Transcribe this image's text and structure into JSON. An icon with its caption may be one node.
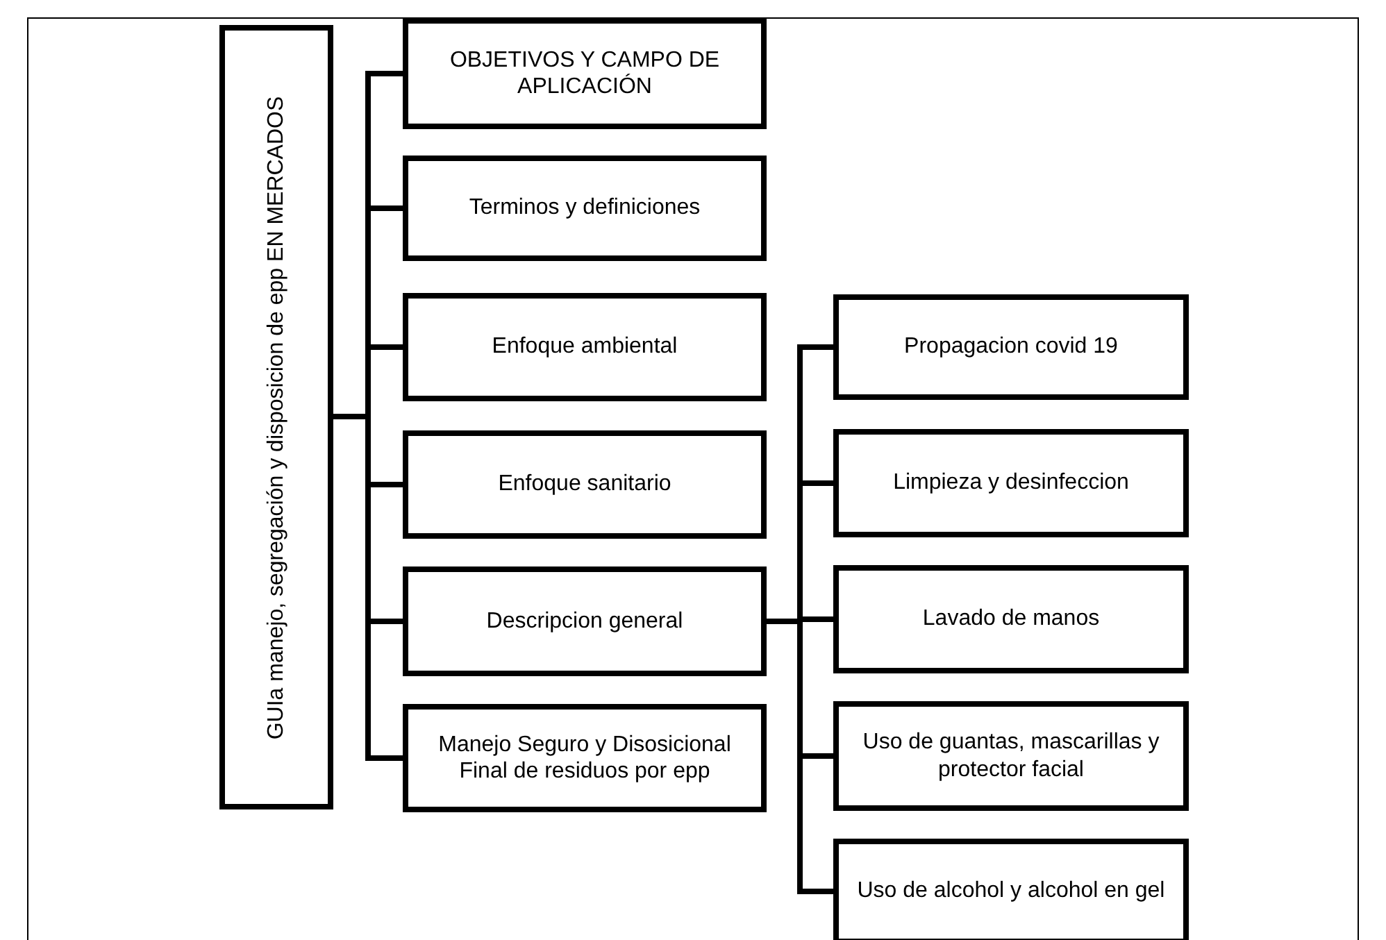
{
  "diagram": {
    "nodes": [
      {
        "text": [
          "GUIa manejo, segregación y disposicion de epp EN MERCADOS"
        ]
      },
      {
        "text": [
          "OBJETIVOS Y CAMPO DE APLICACIÓN"
        ]
      },
      {
        "text": [
          "Terminos y definiciones"
        ]
      },
      {
        "text": [
          "Enfoque ambiental"
        ]
      },
      {
        "text": [
          "Enfoque sanitario"
        ]
      },
      {
        "text": [
          "Descripcion general"
        ]
      },
      {
        "text": [
          "Manejo Seguro y Disosicional Final de residuos por epp"
        ]
      },
      {
        "text": [
          "Propagacion covid 19"
        ]
      },
      {
        "text": [
          "Limpieza y desinfeccion"
        ]
      },
      {
        "text": [
          "Lavado de manos"
        ]
      },
      {
        "text": [
          "Uso de guantas, mascarillas y protector facial"
        ]
      },
      {
        "text": [
          "Uso de alcohol y alcohol en gel"
        ]
      }
    ],
    "edges": [
      {
        "from": 0,
        "to": 1,
        "arrow": "none"
      },
      {
        "from": 0,
        "to": 2,
        "arrow": "none"
      },
      {
        "from": 0,
        "to": 3,
        "arrow": "none"
      },
      {
        "from": 0,
        "to": 4,
        "arrow": "none"
      },
      {
        "from": 0,
        "to": 5,
        "arrow": "none"
      },
      {
        "from": 0,
        "to": 6,
        "arrow": "none"
      },
      {
        "from": 5,
        "to": 7,
        "arrow": "none"
      },
      {
        "from": 5,
        "to": 8,
        "arrow": "none"
      },
      {
        "from": 5,
        "to": 9,
        "arrow": "none"
      },
      {
        "from": 5,
        "to": 10,
        "arrow": "none"
      },
      {
        "from": 5,
        "to": 11,
        "arrow": "none"
      }
    ]
  }
}
